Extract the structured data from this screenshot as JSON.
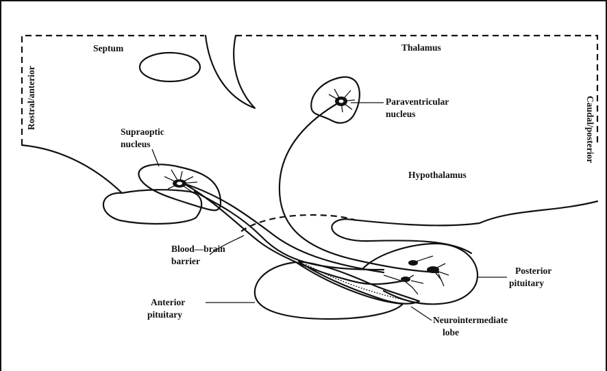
{
  "labels": {
    "septum": "Septum",
    "thalamus": "Thalamus",
    "rostral": "Rostral/anterior",
    "caudal": "Caudal/posterior",
    "paraventricular_1": "Paraventricular",
    "paraventricular_2": "nucleus",
    "supraoptic_1": "Supraoptic",
    "supraoptic_2": "nucleus",
    "hypothalamus": "Hypothalamus",
    "bbb_1": "Blood—brain",
    "bbb_2": "barrier",
    "posterior_1": "Posterior",
    "posterior_2": "pituitary",
    "anterior_1": "Anterior",
    "anterior_2": "pituitary",
    "neuro_1": "Neurointermediate",
    "neuro_2": "lobe"
  },
  "colors": {
    "ink": "#111111",
    "background": "#ffffff"
  }
}
